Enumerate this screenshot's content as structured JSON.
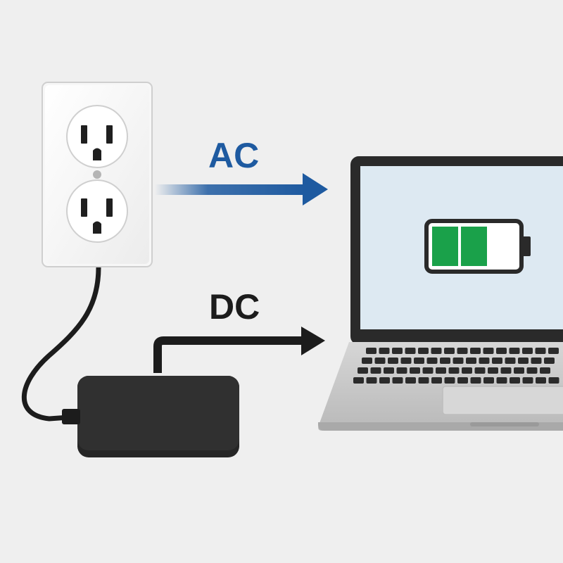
{
  "labels": {
    "ac": "AC",
    "dc": "DC"
  },
  "colors": {
    "background": "#efefef",
    "ac_arrow": "#1e5aa0",
    "dc_arrow": "#1c1c1c",
    "battery_fill": "#1aa14a",
    "cable": "#1c1c1c",
    "screen": "#dde9f2",
    "laptop_body": "#c9c9c9"
  },
  "icons": {
    "outlet": "wall-outlet-icon",
    "adapter": "power-brick-icon",
    "laptop": "laptop-icon",
    "battery": "battery-icon"
  },
  "battery": {
    "charge_level": 0.62,
    "filled_segments": 2,
    "total_segments": 3
  }
}
